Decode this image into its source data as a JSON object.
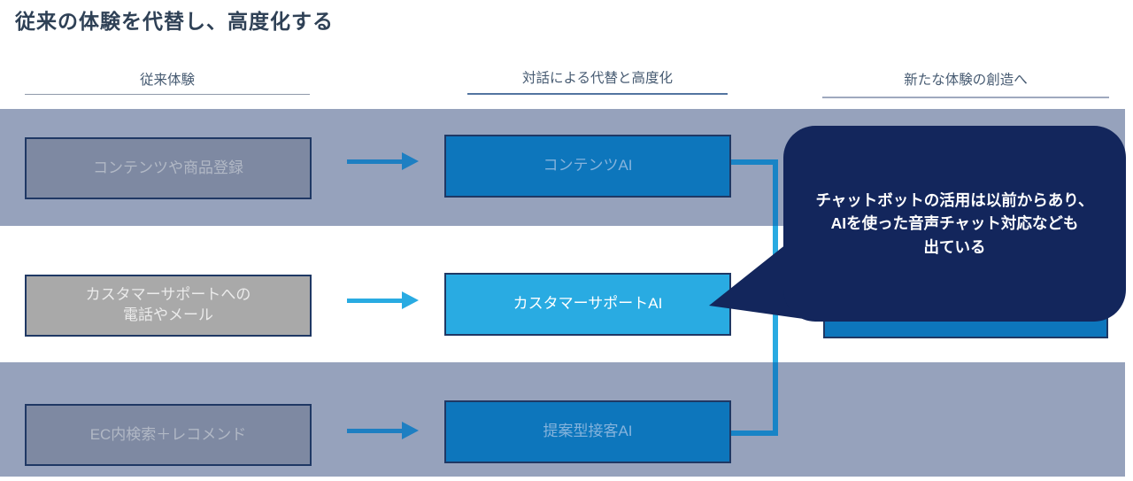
{
  "title": "従来の体験を代替し、高度化する",
  "columns": {
    "legacy": "従来体験",
    "dialogue": "対話による代替と高度化",
    "new_experience": "新たな体験の創造へ"
  },
  "rows": [
    {
      "legacy": "コンテンツや商品登録",
      "ai": "コンテンツAI"
    },
    {
      "legacy": "カスタマーサポートへの\n電話やメール",
      "ai": "カスタマーサポートAI"
    },
    {
      "legacy": "EC内検索＋レコメンド",
      "ai": "提案型接客AI"
    }
  ],
  "callout": {
    "text": "チャットボットの活用は以前からあり、\nAIを使った音声チャット対応なども\n出ている"
  },
  "colors": {
    "band": "#96A2BC",
    "legacy_box": "#7E89A2",
    "legacy_box_gray": "#A9A9A9",
    "ai_box": "#0D76BC",
    "ai_box_highlight": "#29ABE2",
    "box_border": "#1F3864",
    "arrow": "#1E7FC2",
    "arrow_highlight": "#29ABE2",
    "connector": "#1884C6",
    "connector_highlight": "#29ABE2",
    "callout_bg": "#13265C",
    "callout_text": "#FFFFFF",
    "title_text": "#2F4156",
    "header_text": "#475B72"
  }
}
